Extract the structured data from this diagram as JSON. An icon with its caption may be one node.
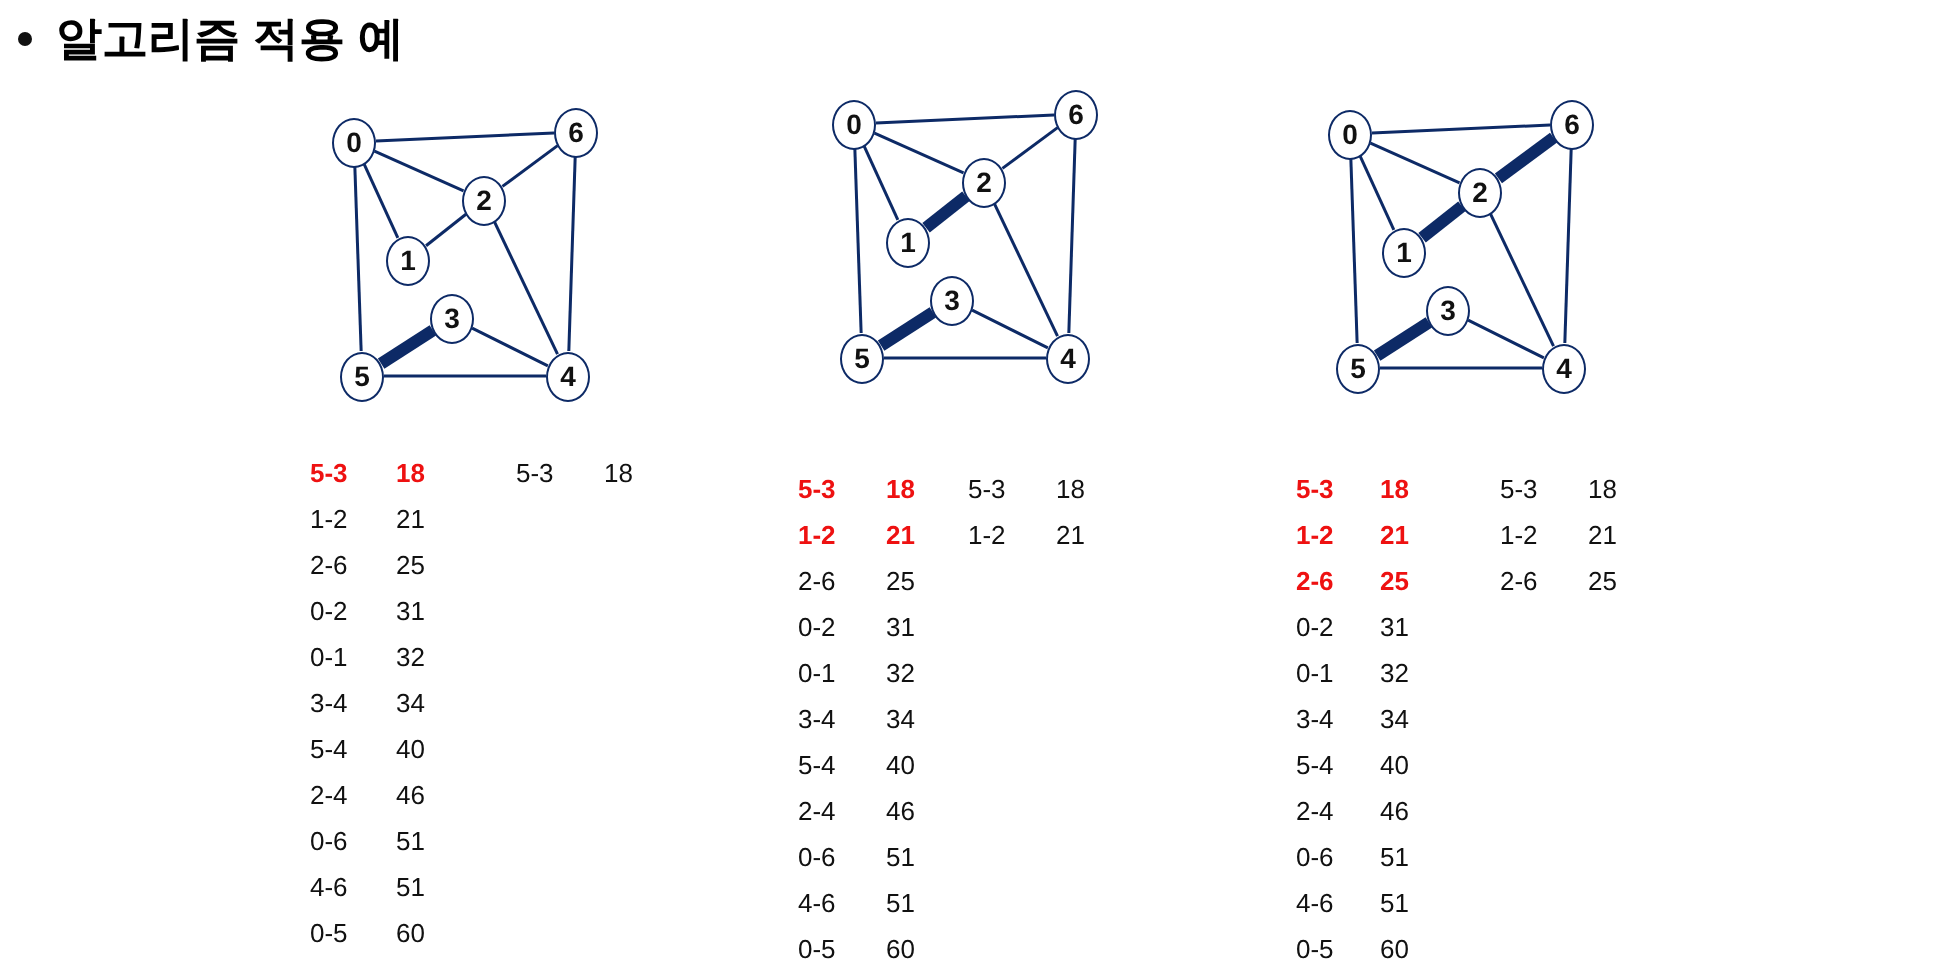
{
  "diagram": {
    "title": "알고리즘 적용 예",
    "nodes": [
      {
        "text": [
          "0"
        ]
      },
      {
        "text": [
          "1"
        ]
      },
      {
        "text": [
          "2"
        ]
      },
      {
        "text": [
          "3"
        ]
      },
      {
        "text": [
          "4"
        ]
      },
      {
        "text": [
          "5"
        ]
      },
      {
        "text": [
          "6"
        ]
      },
      {
        "text": [
          "0"
        ]
      },
      {
        "text": [
          "1"
        ]
      },
      {
        "text": [
          "2"
        ]
      },
      {
        "text": [
          "3"
        ]
      },
      {
        "text": [
          "4"
        ]
      },
      {
        "text": [
          "5"
        ]
      },
      {
        "text": [
          "6"
        ]
      },
      {
        "text": [
          "0"
        ]
      },
      {
        "text": [
          "1"
        ]
      },
      {
        "text": [
          "2"
        ]
      },
      {
        "text": [
          "3"
        ]
      },
      {
        "text": [
          "4"
        ]
      },
      {
        "text": [
          "5"
        ]
      },
      {
        "text": [
          "6"
        ]
      }
    ],
    "edges": [
      {
        "from": 0,
        "to": 6,
        "arrow": "none"
      },
      {
        "from": 0,
        "to": 2,
        "arrow": "none"
      },
      {
        "from": 0,
        "to": 1,
        "arrow": "none"
      },
      {
        "from": 0,
        "to": 5,
        "arrow": "none"
      },
      {
        "from": 1,
        "to": 2,
        "arrow": "none"
      },
      {
        "from": 2,
        "to": 6,
        "arrow": "none"
      },
      {
        "from": 2,
        "to": 4,
        "arrow": "none"
      },
      {
        "from": 3,
        "to": 4,
        "arrow": "none"
      },
      {
        "from": 5,
        "to": 4,
        "arrow": "none"
      },
      {
        "from": 5,
        "to": 3,
        "arrow": "none",
        "style": "thick"
      },
      {
        "from": 4,
        "to": 6,
        "arrow": "none"
      },
      {
        "from": 7,
        "to": 13,
        "arrow": "none"
      },
      {
        "from": 7,
        "to": 9,
        "arrow": "none"
      },
      {
        "from": 7,
        "to": 8,
        "arrow": "none"
      },
      {
        "from": 7,
        "to": 12,
        "arrow": "none"
      },
      {
        "from": 8,
        "to": 9,
        "arrow": "none",
        "style": "thick"
      },
      {
        "from": 9,
        "to": 13,
        "arrow": "none"
      },
      {
        "from": 9,
        "to": 11,
        "arrow": "none"
      },
      {
        "from": 10,
        "to": 11,
        "arrow": "none"
      },
      {
        "from": 12,
        "to": 11,
        "arrow": "none"
      },
      {
        "from": 12,
        "to": 10,
        "arrow": "none",
        "style": "thick"
      },
      {
        "from": 11,
        "to": 13,
        "arrow": "none"
      },
      {
        "from": 14,
        "to": 20,
        "arrow": "none"
      },
      {
        "from": 14,
        "to": 16,
        "arrow": "none"
      },
      {
        "from": 14,
        "to": 15,
        "arrow": "none"
      },
      {
        "from": 14,
        "to": 19,
        "arrow": "none"
      },
      {
        "from": 15,
        "to": 16,
        "arrow": "none",
        "style": "thick"
      },
      {
        "from": 16,
        "to": 20,
        "arrow": "none",
        "style": "thick"
      },
      {
        "from": 16,
        "to": 18,
        "arrow": "none"
      },
      {
        "from": 17,
        "to": 18,
        "arrow": "none"
      },
      {
        "from": 19,
        "to": 18,
        "arrow": "none"
      },
      {
        "from": 19,
        "to": 17,
        "arrow": "none",
        "style": "thick"
      },
      {
        "from": 18,
        "to": 20,
        "arrow": "none"
      }
    ],
    "labels": [
      "5-3",
      "18",
      "1-2",
      "21",
      "2-6",
      "25",
      "0-2",
      "31",
      "0-1",
      "32",
      "3-4",
      "34",
      "5-4",
      "40",
      "2-4",
      "46",
      "0-6",
      "51",
      "4-6",
      "51",
      "0-5",
      "60",
      "5-3",
      "18",
      "5-3",
      "18",
      "1-2",
      "21",
      "2-6",
      "25",
      "0-2",
      "31",
      "0-1",
      "32",
      "3-4",
      "34",
      "5-4",
      "40",
      "2-4",
      "46",
      "0-6",
      "51",
      "4-6",
      "51",
      "0-5",
      "60",
      "5-3",
      "18",
      "1-2",
      "21",
      "5-3",
      "18",
      "1-2",
      "21",
      "2-6",
      "25",
      "0-2",
      "31",
      "0-1",
      "32",
      "3-4",
      "34",
      "5-4",
      "40",
      "2-4",
      "46",
      "0-6",
      "51",
      "4-6",
      "51",
      "0-5",
      "60",
      "5-3",
      "18",
      "1-2",
      "21",
      "2-6",
      "25"
    ]
  }
}
